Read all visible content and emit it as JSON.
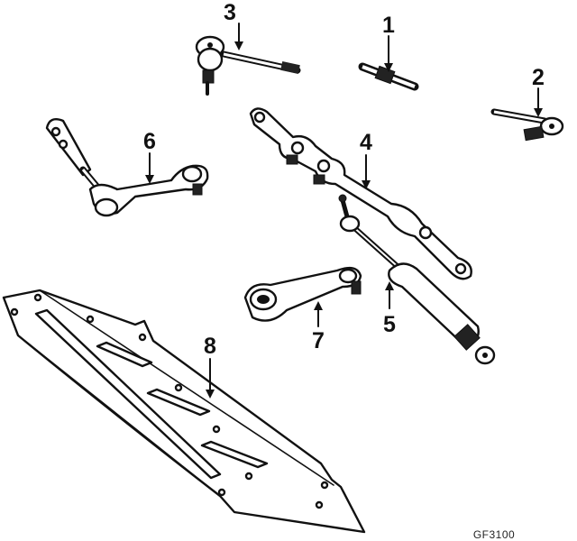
{
  "diagram": {
    "callouts": [
      {
        "label": "1"
      },
      {
        "label": "2"
      },
      {
        "label": "3"
      },
      {
        "label": "4"
      },
      {
        "label": "5"
      },
      {
        "label": "6"
      },
      {
        "label": "7"
      },
      {
        "label": "8"
      }
    ],
    "drawing_code": "GF3100"
  }
}
